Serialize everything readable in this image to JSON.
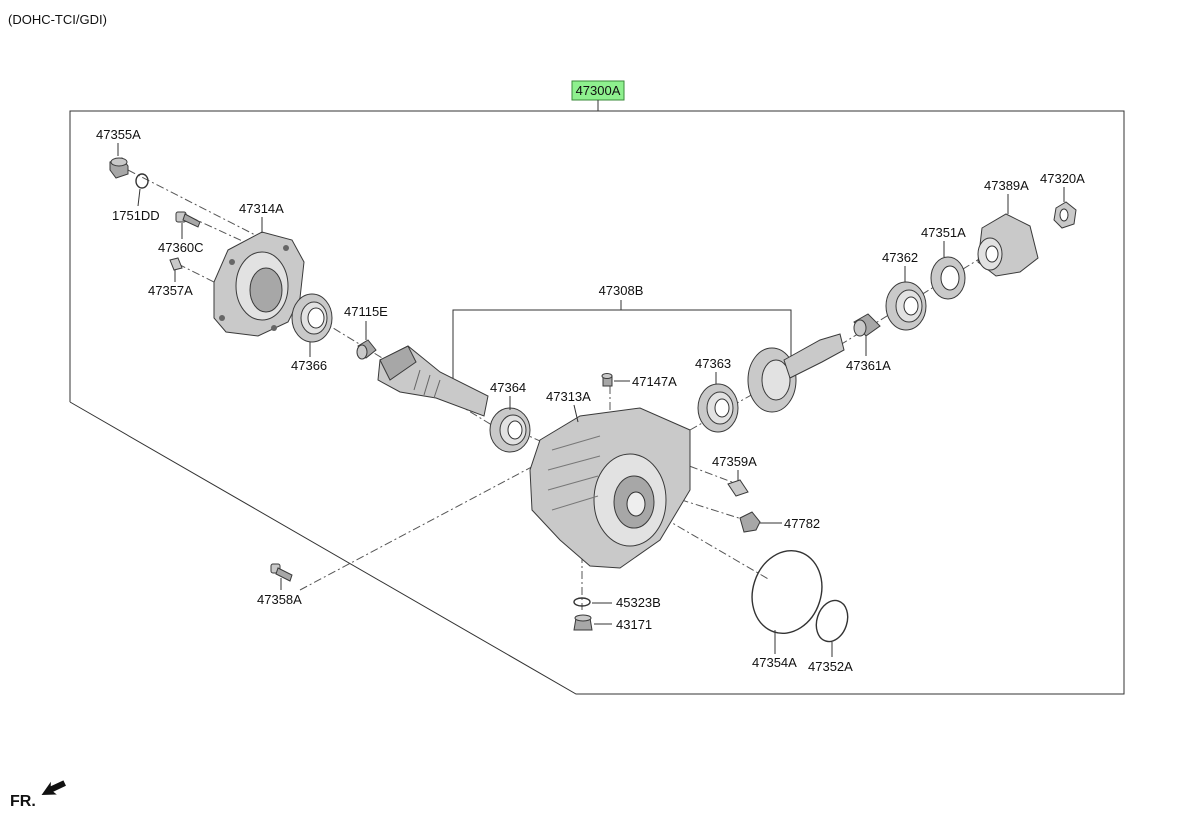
{
  "header": {
    "engine_spec": "(DOHC-TCI/GDI)"
  },
  "assembly": {
    "part_no": "47300A",
    "highlight_color": "#8ef08e"
  },
  "sub_assembly": {
    "part_no": "47308B"
  },
  "parts": {
    "p47355A": "47355A",
    "p1751DD": "1751DD",
    "p47360C": "47360C",
    "p47357A": "47357A",
    "p47314A": "47314A",
    "p47366": "47366",
    "p47115E": "47115E",
    "p47364": "47364",
    "p47313A": "47313A",
    "p47147A": "47147A",
    "p47363": "47363",
    "p47359A": "47359A",
    "p47782": "47782",
    "p47358A": "47358A",
    "p45323B": "45323B",
    "p43171": "43171",
    "p47354A": "47354A",
    "p47352A": "47352A",
    "p47362": "47362",
    "p47351A": "47351A",
    "p47389A": "47389A",
    "p47320A": "47320A",
    "p47361A": "47361A"
  },
  "footer": {
    "direction_label": "FR."
  }
}
